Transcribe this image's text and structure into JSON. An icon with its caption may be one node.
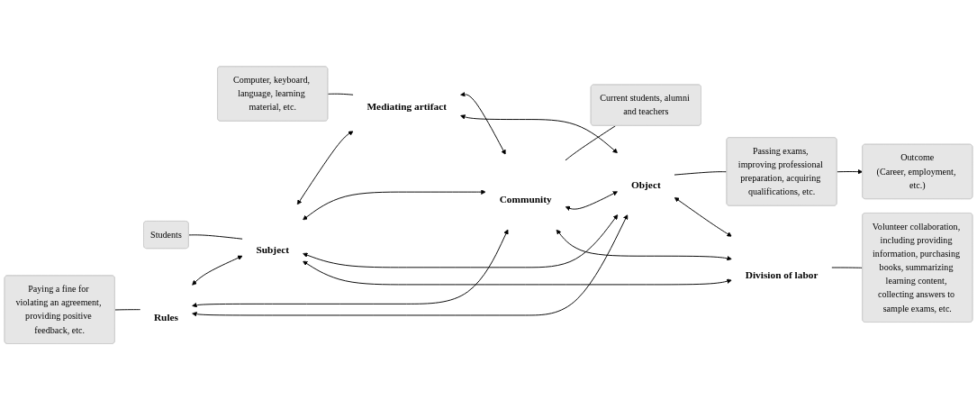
{
  "diagram": {
    "nodes": [
      {
        "text": [
          "Mediating artifact"
        ]
      },
      {
        "text": [
          "Computer, keyboard, language, learning material, etc."
        ]
      },
      {
        "text": [
          "Subject"
        ]
      },
      {
        "text": [
          "Students"
        ]
      },
      {
        "text": [
          "Object"
        ]
      },
      {
        "text": [
          "Passing exams, improving professional preparation, acquiring qualifications, etc."
        ]
      },
      {
        "text": [
          "Outcome",
          "(Career, employment, etc.)"
        ]
      },
      {
        "text": [
          "Rules"
        ]
      },
      {
        "text": [
          "Paying a fine for violating an agreement, providing positive feedback, etc."
        ]
      },
      {
        "text": [
          "Community"
        ]
      },
      {
        "text": [
          "Current students, alumni and teachers"
        ]
      },
      {
        "text": [
          "Division of labor"
        ]
      },
      {
        "text": [
          "Volunteer collaboration, including providing information, purchasing books, summarizing learning content, collecting answers to sample exams, etc."
        ]
      }
    ],
    "edges": [
      {
        "from": 8,
        "to": 7,
        "arrow": "none"
      },
      {
        "from": 3,
        "to": 2,
        "arrow": "none"
      },
      {
        "from": 7,
        "to": 2,
        "arrow": "both"
      },
      {
        "from": 1,
        "to": 0,
        "arrow": "none"
      },
      {
        "from": 2,
        "to": 0,
        "arrow": "both"
      },
      {
        "from": 7,
        "to": 9,
        "arrow": "both"
      },
      {
        "from": 2,
        "to": 9,
        "arrow": "both"
      },
      {
        "from": 0,
        "to": 9,
        "arrow": "both"
      },
      {
        "from": 9,
        "to": 10,
        "arrow": "none"
      },
      {
        "from": 0,
        "to": 4,
        "arrow": "both"
      },
      {
        "from": 2,
        "to": 4,
        "arrow": "both"
      },
      {
        "from": 7,
        "to": 4,
        "arrow": "both"
      },
      {
        "from": 9,
        "to": 4,
        "arrow": "both"
      },
      {
        "from": 4,
        "to": 5,
        "arrow": "none"
      },
      {
        "from": 5,
        "to": 6,
        "arrow": "to"
      },
      {
        "from": 2,
        "to": 11,
        "arrow": "both"
      },
      {
        "from": 4,
        "to": 11,
        "arrow": "both"
      },
      {
        "from": 9,
        "to": 11,
        "arrow": "both"
      },
      {
        "from": 11,
        "to": 12,
        "arrow": "none"
      }
    ]
  }
}
